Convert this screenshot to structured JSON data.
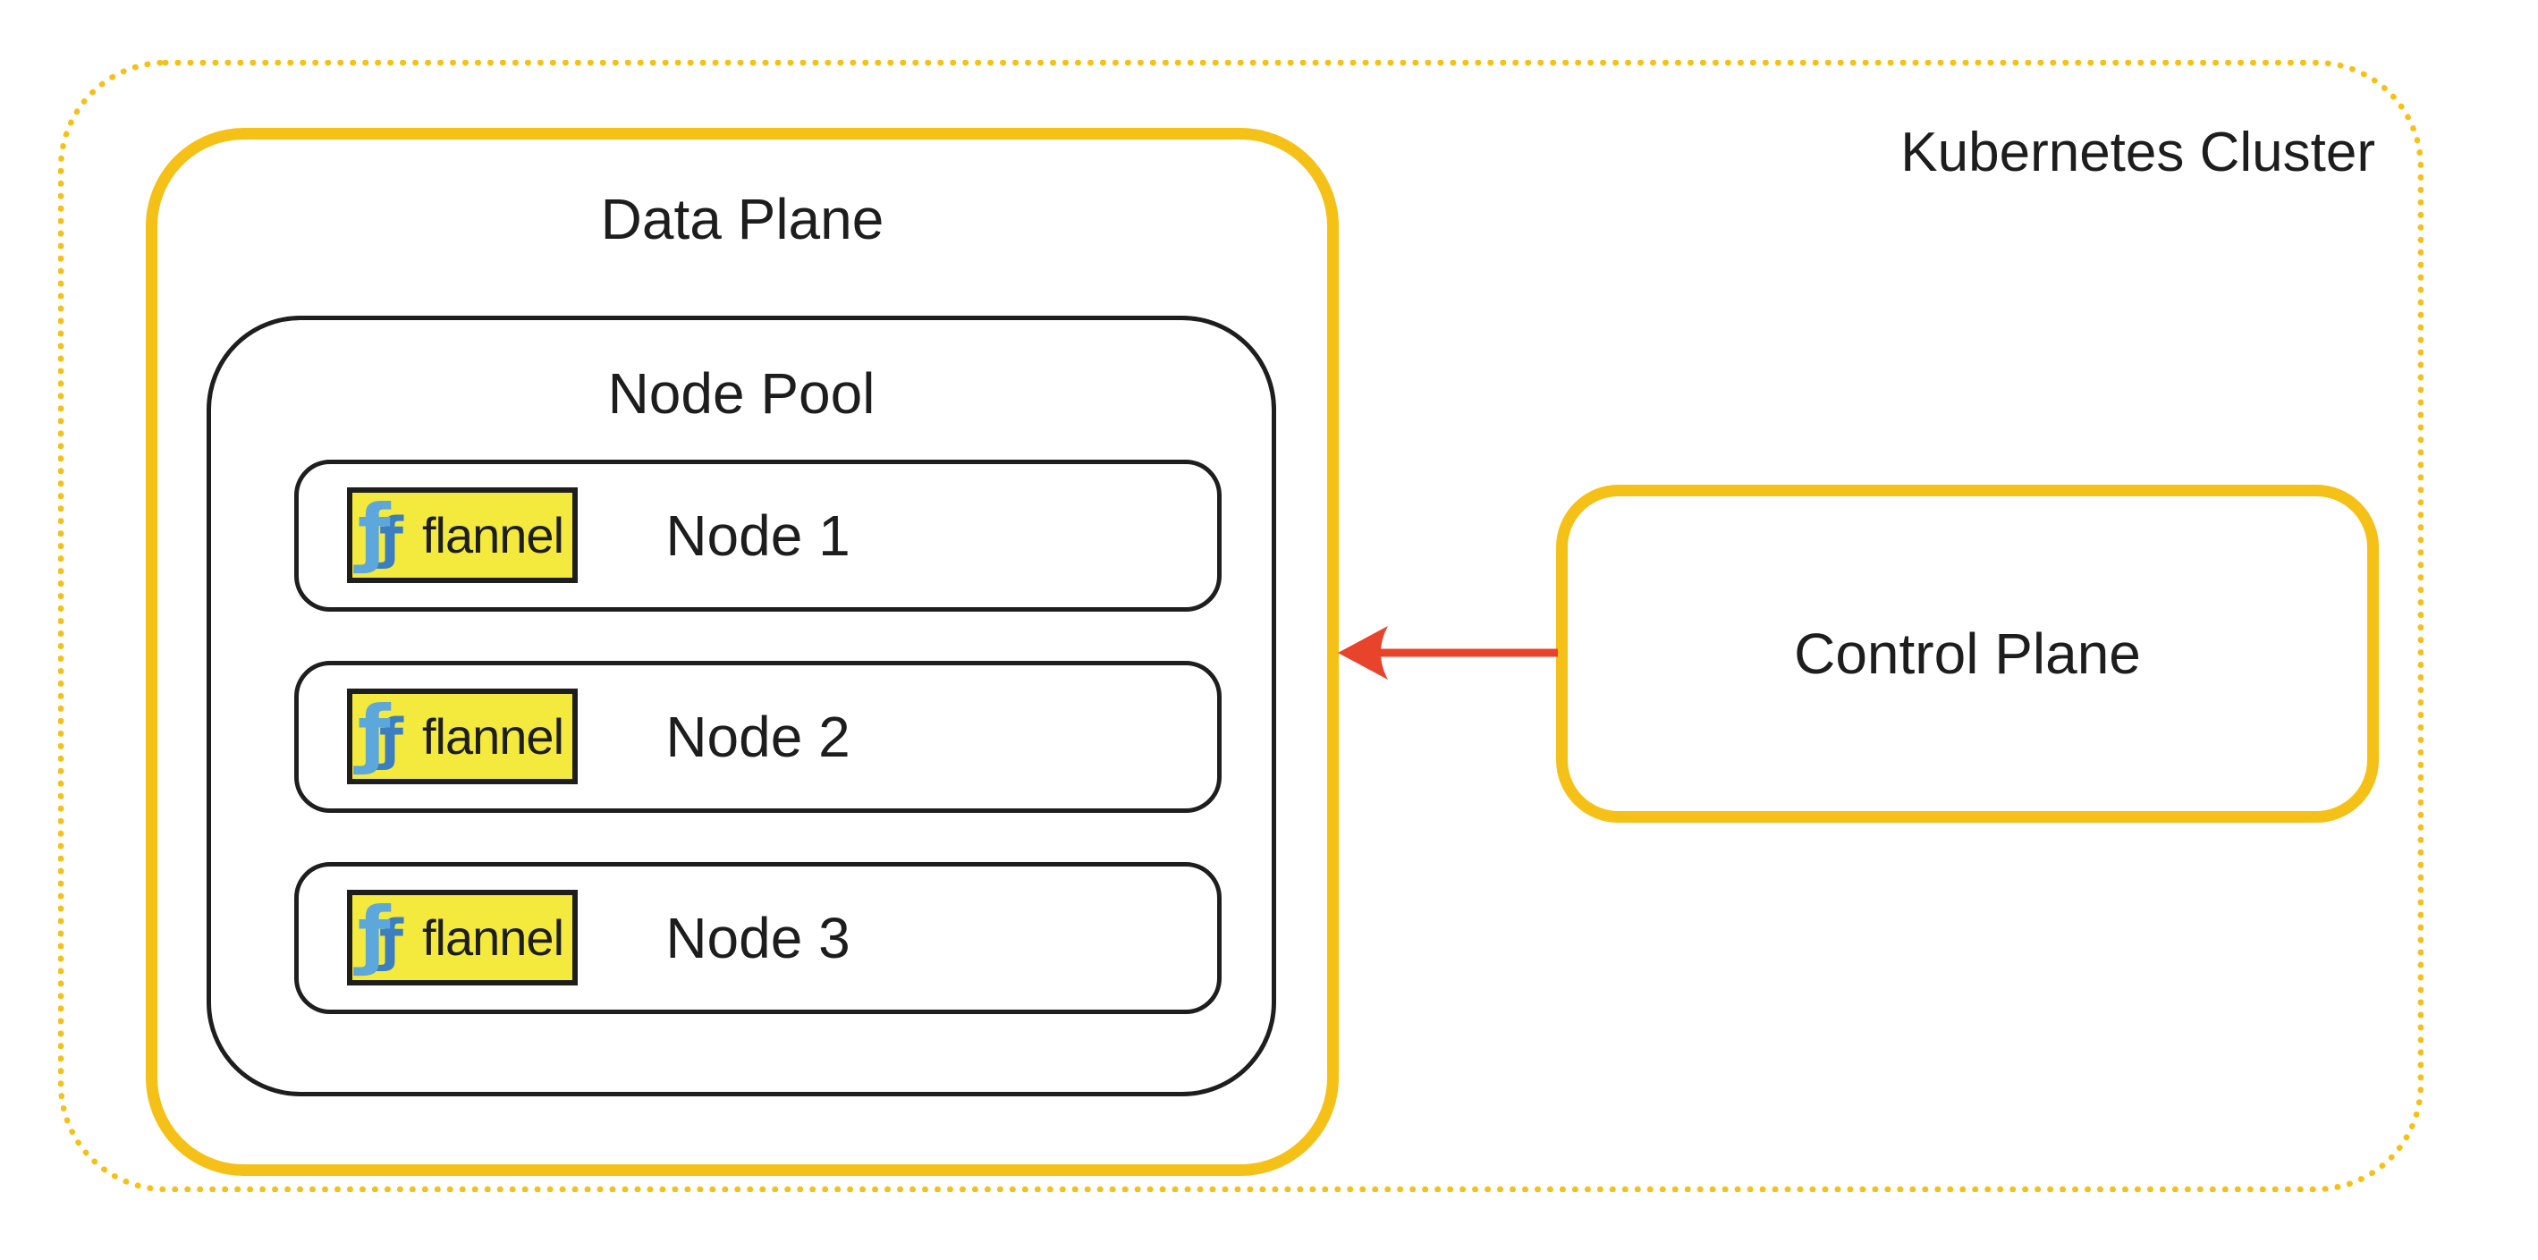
{
  "diagram": {
    "cluster": {
      "label": "Kubernetes Cluster"
    },
    "data_plane": {
      "label": "Data Plane"
    },
    "node_pool": {
      "label": "Node Pool"
    },
    "nodes": [
      {
        "label": "Node 1"
      },
      {
        "label": "Node 2"
      },
      {
        "label": "Node 3"
      }
    ],
    "flannel": {
      "label": "flannel",
      "mark_glyph": "ƒ"
    },
    "control_plane": {
      "label": "Control Plane"
    },
    "arrow": {
      "from": "Control Plane",
      "to": "Data Plane",
      "direction": "left"
    },
    "colors": {
      "gold": "#F5C117",
      "badge_yellow": "#F4EA3D",
      "stroke_black": "#1E1E1E",
      "text": "#1D1D1D",
      "arrow_red": "#E8432B",
      "flannel_blue_light": "#5CA8DD",
      "flannel_blue_dark": "#3B7FC0",
      "background": "#FFFFFF"
    }
  }
}
